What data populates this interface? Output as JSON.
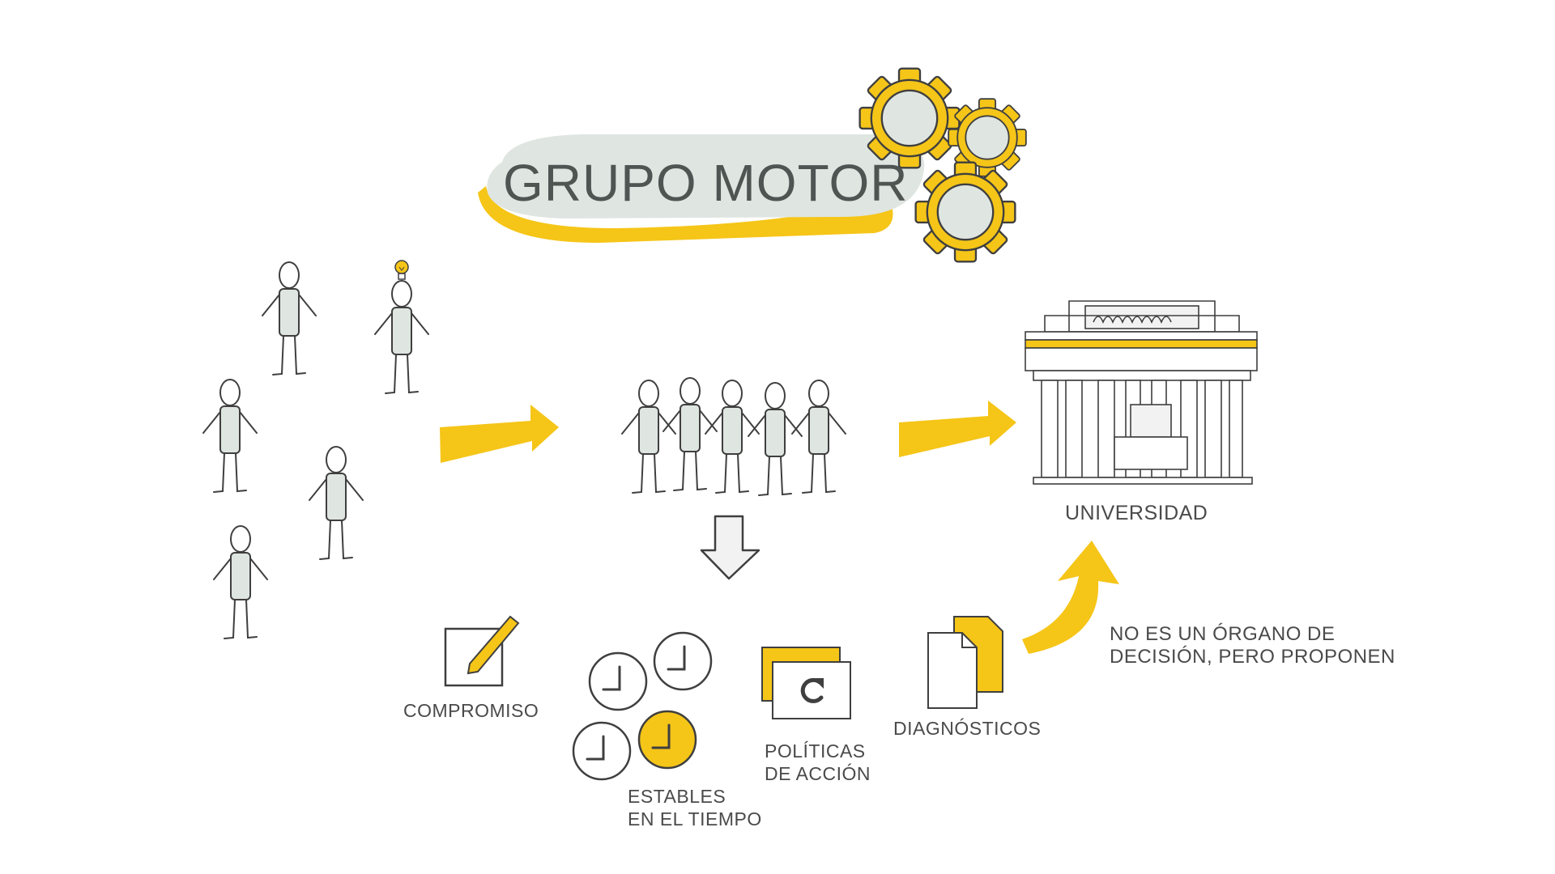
{
  "title": "GRUPO MOTOR",
  "labels": {
    "universidad": "UNIVERSIDAD",
    "compromiso": "COMPROMISO",
    "estables": [
      "ESTABLES",
      "EN EL TIEMPO"
    ],
    "politicas": [
      "POLÍTICAS",
      "DE ACCIÓN"
    ],
    "diagnosticos": "DIAGNÓSTICOS",
    "nota": [
      "NO ES UN ÓRGANO DE",
      "DECISIÓN, PERO PROPONEN"
    ]
  },
  "colors": {
    "accent": "#f5c518",
    "figure_fill": "#dfe5e1",
    "ink": "#3f3f3f",
    "text": "#4a4a4a",
    "arrow_gray": "#f2f2f2"
  },
  "icons": [
    "gear-icon",
    "lightbulb-icon",
    "person-icon",
    "building-icon",
    "pencil-icon",
    "clock-icon",
    "refresh-icon",
    "document-icon"
  ]
}
